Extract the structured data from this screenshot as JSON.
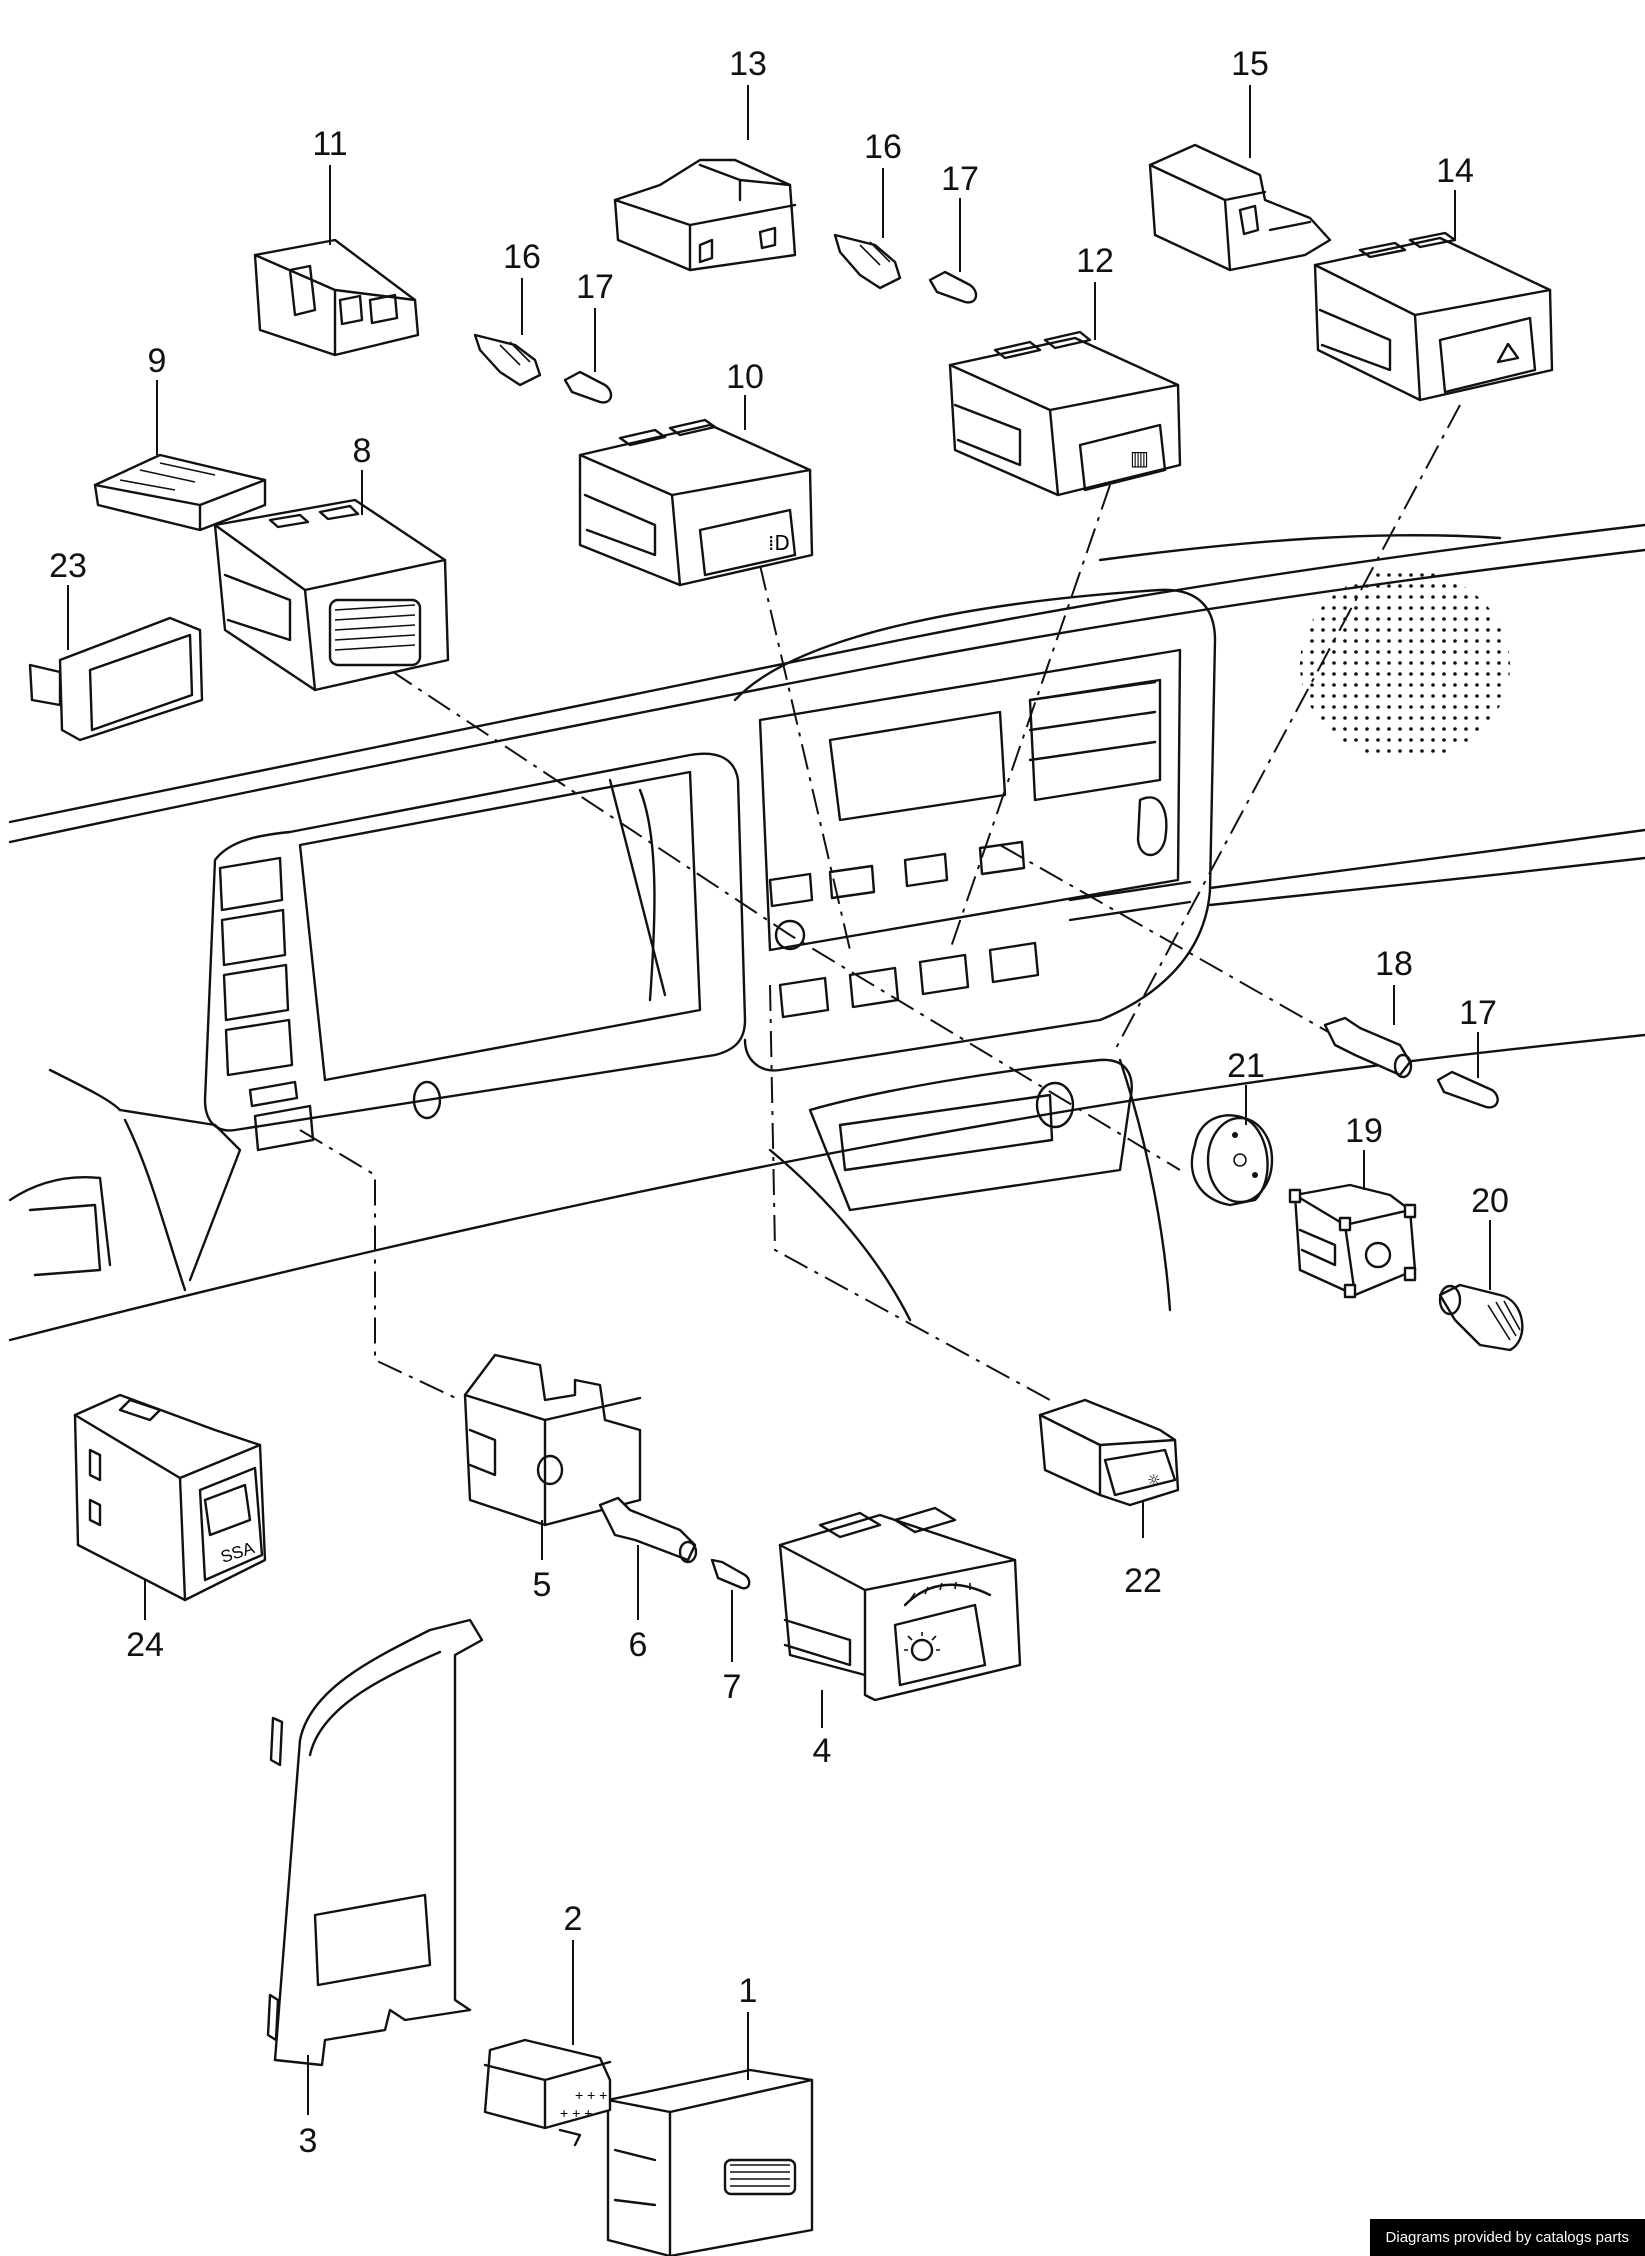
{
  "credit": "Diagrams provided by catalogs parts",
  "callouts": [
    {
      "id": "1",
      "label": "1"
    },
    {
      "id": "2",
      "label": "2"
    },
    {
      "id": "3",
      "label": "3"
    },
    {
      "id": "4",
      "label": "4"
    },
    {
      "id": "5",
      "label": "5"
    },
    {
      "id": "6",
      "label": "6"
    },
    {
      "id": "7",
      "label": "7"
    },
    {
      "id": "8",
      "label": "8"
    },
    {
      "id": "9",
      "label": "9"
    },
    {
      "id": "10",
      "label": "10"
    },
    {
      "id": "11",
      "label": "11"
    },
    {
      "id": "12",
      "label": "12"
    },
    {
      "id": "13",
      "label": "13"
    },
    {
      "id": "14",
      "label": "14"
    },
    {
      "id": "15",
      "label": "15"
    },
    {
      "id": "16a",
      "label": "16"
    },
    {
      "id": "16b",
      "label": "16"
    },
    {
      "id": "17a",
      "label": "17"
    },
    {
      "id": "17b",
      "label": "17"
    },
    {
      "id": "17c",
      "label": "17"
    },
    {
      "id": "18",
      "label": "18"
    },
    {
      "id": "19",
      "label": "19"
    },
    {
      "id": "20",
      "label": "20"
    },
    {
      "id": "21",
      "label": "21"
    },
    {
      "id": "22",
      "label": "22"
    },
    {
      "id": "23",
      "label": "23"
    },
    {
      "id": "24",
      "label": "24"
    }
  ],
  "switch_24_marking": "SSA"
}
